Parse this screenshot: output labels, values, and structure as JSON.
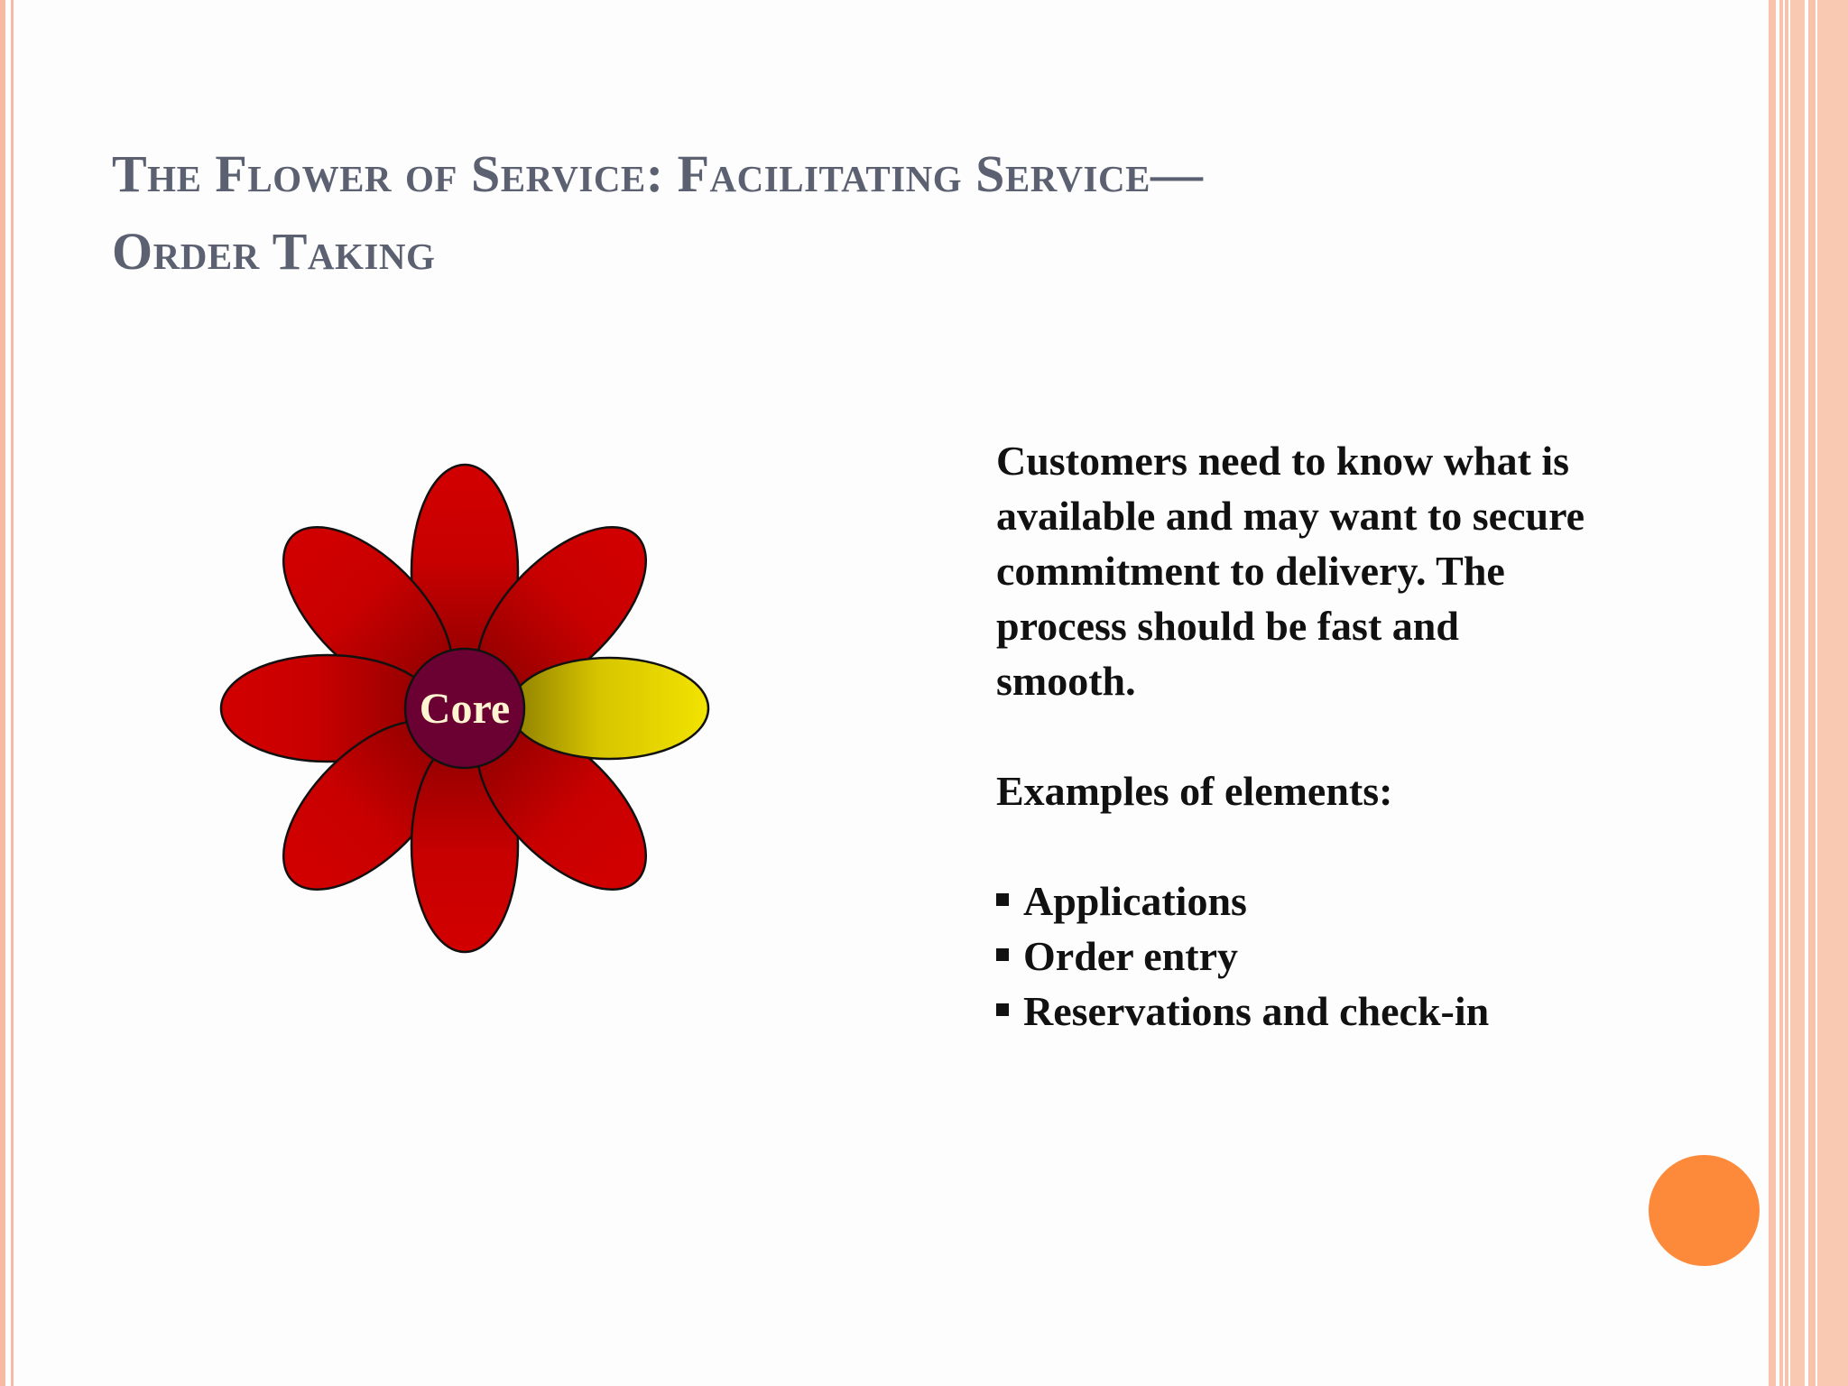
{
  "slide": {
    "title_line1": "The Flower of Service: Facilitating Service—",
    "title_line2": "Order Taking",
    "flower": {
      "center_label": "Core",
      "highlighted_petal": "right",
      "petal_color": "#c40000",
      "highlight_color": "#f0e000",
      "center_color": "#6b0033",
      "center_text_color": "#fff5d0"
    },
    "description": [
      "Customers need to know what is",
      "available and may want to secure",
      "commitment to delivery. The",
      "process should be fast and",
      "smooth."
    ],
    "examples_heading": "Examples of elements:",
    "examples": [
      "Applications",
      "Order entry",
      "Reservations and check-in"
    ],
    "accent_color": "#fd8a3a",
    "border_color": "#f6b9a3"
  }
}
